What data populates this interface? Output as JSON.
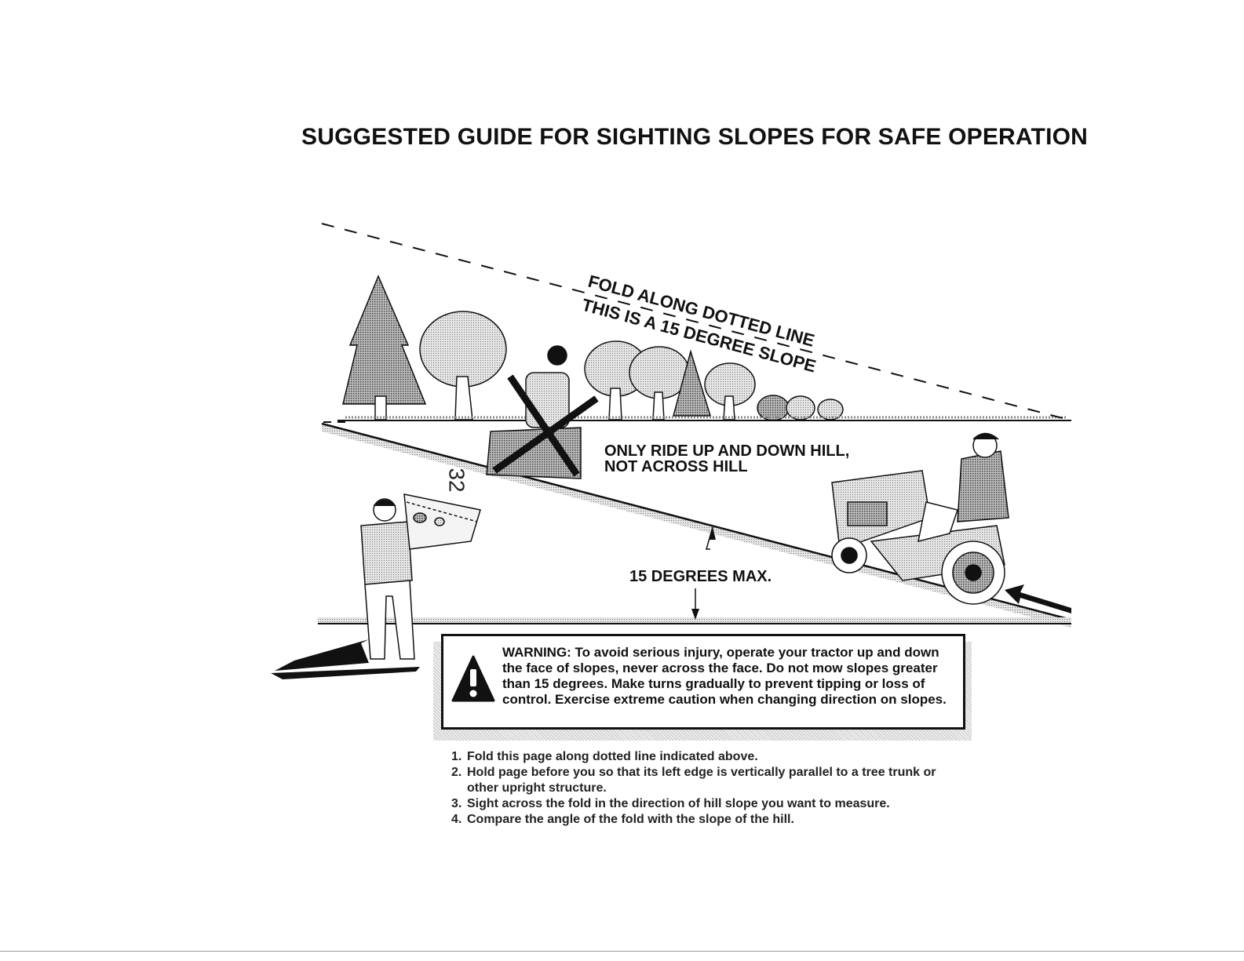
{
  "page": {
    "number": "32",
    "title": "SUGGESTED GUIDE FOR SIGHTING SLOPES FOR SAFE OPERATION"
  },
  "illustration": {
    "fold_label": "FOLD ALONG DOTTED LINE",
    "slope_label": "THIS IS A 15 DEGREE SLOPE",
    "ride_line1": "ONLY RIDE UP AND DOWN HILL,",
    "ride_line2": "NOT ACROSS HILL",
    "max_label": "15 DEGREES MAX."
  },
  "warning": {
    "text": "WARNING: To avoid serious injury, operate your tractor up and down the face of slopes, never across the face. Do not mow slopes greater than 15 degrees. Make turns gradually to prevent tipping or loss of control. Exercise extreme caution when changing direction on slopes.",
    "icon": "warning-triangle-icon"
  },
  "instructions": [
    {
      "num": "1.",
      "text": "Fold this page along dotted line indicated above."
    },
    {
      "num": "2.",
      "text": "Hold page before you so that its left edge is vertically parallel to a tree trunk or other upright structure."
    },
    {
      "num": "3.",
      "text": "Sight across the fold in the direction of hill slope you want to measure."
    },
    {
      "num": "4.",
      "text": "Compare the angle of the fold with the slope of the hill."
    }
  ]
}
